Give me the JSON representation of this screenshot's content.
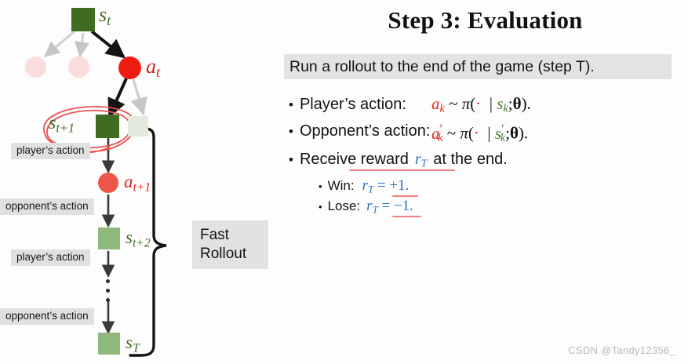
{
  "slide": {
    "title": "Step 3: Evaluation",
    "subtitle": "Run a rollout to the end of the game (step T).",
    "watermark": "CSDN @Tandy12356_"
  },
  "bullets": [
    {
      "marker": "•",
      "label": "Player’s action:",
      "formula_plain": "a_k ~ π( · | s_k ; θ)."
    },
    {
      "marker": "•",
      "label": "Opponent’s action:",
      "formula_plain": "a'_k ~ π( · | s'_k ; θ)."
    },
    {
      "marker": "•",
      "label_pre": "Receive reward",
      "label_post": "at the end.",
      "formula_plain": "r_T"
    }
  ],
  "sub_bullets": [
    {
      "marker": "•",
      "label": "Win:",
      "formula_plain": "r_T = +1."
    },
    {
      "marker": "•",
      "label": "Lose:",
      "formula_plain": "r_T = −1."
    }
  ],
  "math_tokens": {
    "a": "a",
    "pi": "π",
    "tilde": "~",
    "dot": "·",
    "bar": "|",
    "semi": ";",
    "theta": "θ",
    "close": ").",
    "open": "(",
    "prime": "′",
    "s": "s",
    "r": "r",
    "eq": "=",
    "plus_one": "+1.",
    "minus_one": "−1.",
    "k": "k",
    "T": "T"
  },
  "diagram": {
    "nodes": [
      {
        "id": "s_t",
        "kind": "square",
        "shade": "dark",
        "label": "s",
        "sub": "t"
      },
      {
        "id": "child1",
        "kind": "circle",
        "shade": "faint",
        "label": "",
        "sub": ""
      },
      {
        "id": "child2",
        "kind": "circle",
        "shade": "faint",
        "label": "",
        "sub": ""
      },
      {
        "id": "a_t",
        "kind": "circle",
        "shade": "red",
        "label": "a",
        "sub": "t"
      },
      {
        "id": "s_t1",
        "kind": "square",
        "shade": "dark",
        "label": "s",
        "sub": "t+1"
      },
      {
        "id": "sibling",
        "kind": "square",
        "shade": "faint",
        "label": "",
        "sub": ""
      },
      {
        "id": "a_t1",
        "kind": "circle",
        "shade": "red2",
        "label": "a",
        "sub": "t+1"
      },
      {
        "id": "s_t2",
        "kind": "square",
        "shade": "light",
        "label": "s",
        "sub": "t+2"
      },
      {
        "id": "s_T",
        "kind": "square",
        "shade": "light",
        "label": "s",
        "sub": "T"
      }
    ],
    "edge_labels": [
      "player’s action",
      "opponent’s action",
      "player’s action",
      "opponent’s action"
    ],
    "bracket_label": "Fast\nRollout"
  },
  "colors": {
    "node_dark_green": "#3f6b22",
    "node_light_green": "#8fb87c",
    "node_faint_green": "#e4eade",
    "node_red": "#f01c10",
    "node_red_light": "#ef564a",
    "node_faint_red": "#fbdcdc",
    "label_green": "#3f6b22",
    "label_red": "#dd2018",
    "math_red": "#e8271b",
    "math_green": "#4a7c2d",
    "math_blue": "#2a6fc4",
    "annotation_red": "#ef7f81",
    "highlight_gray": "#e3e3e3",
    "tag_gray": "#e0e0e0",
    "background": "#fdfdfd",
    "watermark": "#b9b9b9"
  }
}
